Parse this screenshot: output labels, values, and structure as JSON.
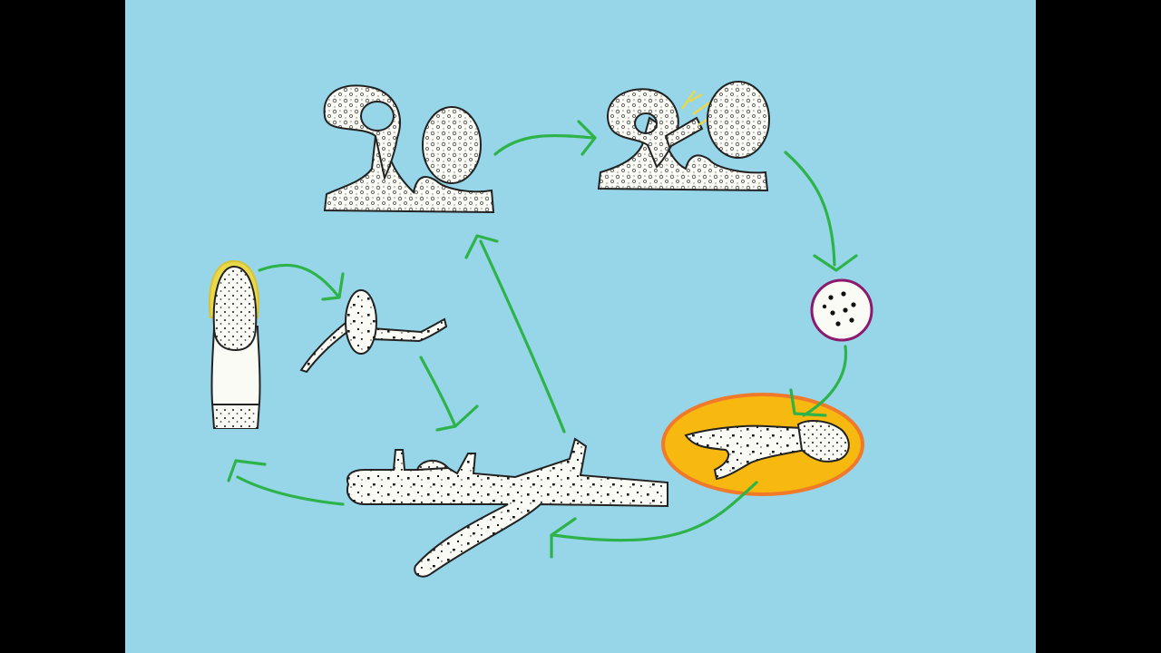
{
  "colors": {
    "frame": "#000000",
    "background": "#97d6e8",
    "arrow": "#2db34a",
    "cell_fill": "#fbfbf5",
    "outline": "#222222",
    "stipple": "#3a3a3a",
    "highlight_fill": "#f7b90f",
    "highlight_ring": "#f07a2a",
    "zygote_ring": "#8b1a6e",
    "sporangium_halo": "#e8d84a"
  },
  "stages": [
    {
      "id": "gametangia-contact",
      "icon": "oogonium-antheridium-icon"
    },
    {
      "id": "fertilization",
      "icon": "fertilization-icon"
    },
    {
      "id": "oospore",
      "icon": "oospore-icon"
    },
    {
      "id": "germinating-oospore",
      "icon": "germinating-oospore-icon"
    },
    {
      "id": "mycelium",
      "icon": "branched-hypha-icon"
    },
    {
      "id": "sporangium",
      "icon": "sporangium-icon"
    },
    {
      "id": "germinating-spore",
      "icon": "germinating-spore-icon"
    }
  ]
}
